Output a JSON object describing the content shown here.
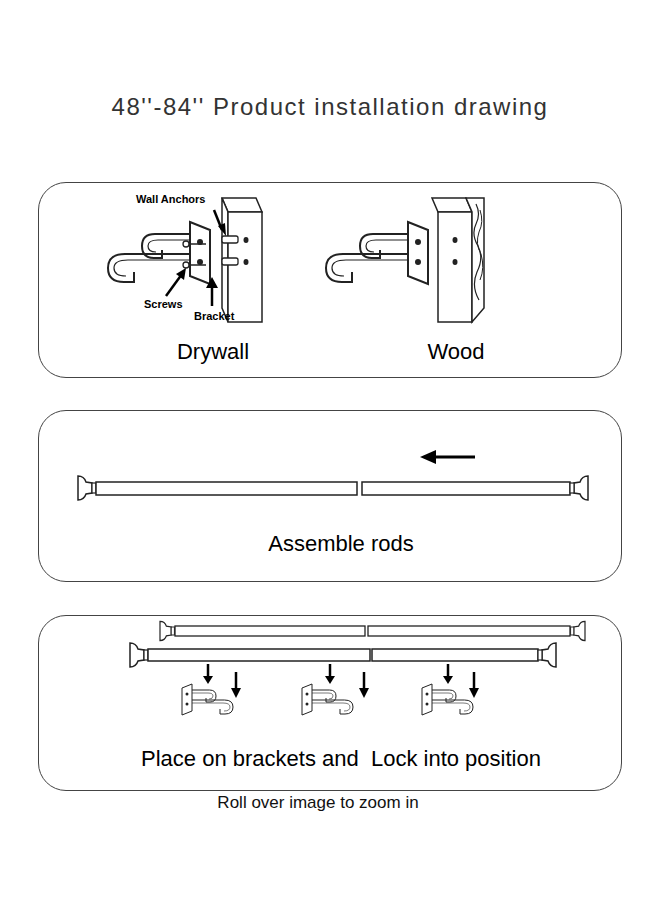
{
  "diagram": {
    "title": "48''-84'' Product installation drawing",
    "caption": "Roll over image to zoom in",
    "nodes": [
      {
        "text": [
          "Drywall",
          "Wood"
        ]
      },
      {
        "text": [
          "Assemble rods"
        ]
      },
      {
        "text": [
          "Place on brackets and  Lock into position"
        ]
      }
    ],
    "labels": [
      "Wall Anchors",
      "Screws",
      "Bracket"
    ]
  }
}
